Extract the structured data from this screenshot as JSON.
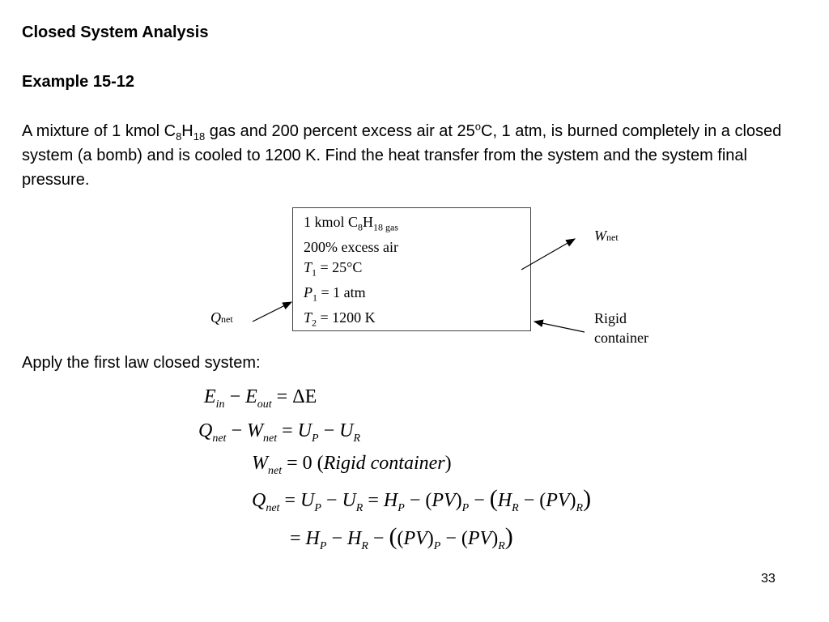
{
  "slide": {
    "title": "Closed System Analysis",
    "example": "Example 15-12",
    "problem": {
      "p1": "A mixture of 1 kmol C",
      "s1": "8",
      "p2": "H",
      "s2": "18",
      "p3": " gas and 200 percent excess air at 25",
      "sup": "o",
      "p4": "C, 1 atm, is burned completely in a closed system (a bomb) and is cooled to 1200 K.  Find the heat transfer from the system and the system final pressure."
    },
    "apply_text": "Apply the first law closed system:",
    "page_number": "33"
  },
  "diagram": {
    "box_lines": {
      "l1_a": "1 kmol C",
      "l1_s1": "8",
      "l1_b": "H",
      "l1_s2": "18 gas",
      "l2": "200% excess air",
      "l3_var": "T",
      "l3_sub": "1",
      "l3_val": " = 25°C",
      "l4_var": "P",
      "l4_sub": "1",
      "l4_val": " = 1 atm",
      "l5_var": "T",
      "l5_sub": "2",
      "l5_val": " = 1200 K"
    },
    "q_label": "Q",
    "q_sub": "net",
    "w_label": "W",
    "w_sub": "net",
    "rigid_1": "Rigid",
    "rigid_2": "container"
  },
  "equations": {
    "e1": {
      "E": "E",
      "in": "in",
      "minus": " − ",
      "E2": "E",
      "out": "out",
      "rhs": " = ΔE"
    },
    "e2": {
      "Q": "Q",
      "net": "net",
      "minus": " − ",
      "W": "W",
      "net2": "net",
      "eq": " = ",
      "U": "U",
      "P": "P",
      "minus2": " − ",
      "U2": "U",
      "R": "R"
    },
    "e3": {
      "W": "W",
      "net": "net",
      "rhs": " = 0   (",
      "txt": "Rigid  container",
      "close": ")"
    },
    "e4": {
      "Q": "Q",
      "net": "net",
      "a": " = ",
      "U": "U",
      "P": "P",
      "b": " − ",
      "U2": "U",
      "R": "R",
      "c": " = ",
      "H": "H",
      "P2": "P",
      "d": " − (",
      "PV": "PV",
      "e": ")",
      "P3": "P",
      "f": " − ",
      "g": "(",
      "H2": "H",
      "R2": "R",
      "h": " − (",
      "PV2": "PV",
      "i": ")",
      "R3": "R",
      "j": ")"
    },
    "e5": {
      "a": "= ",
      "H": "H",
      "P": "P",
      "b": " − ",
      "H2": "H",
      "R": "R",
      "c": " − ",
      "g": "(",
      "o": "(",
      "PV": "PV",
      "e": ")",
      "P2": "P",
      "f": " − (",
      "PV2": "PV",
      "h": ")",
      "R2": "R",
      "j": ")"
    }
  }
}
